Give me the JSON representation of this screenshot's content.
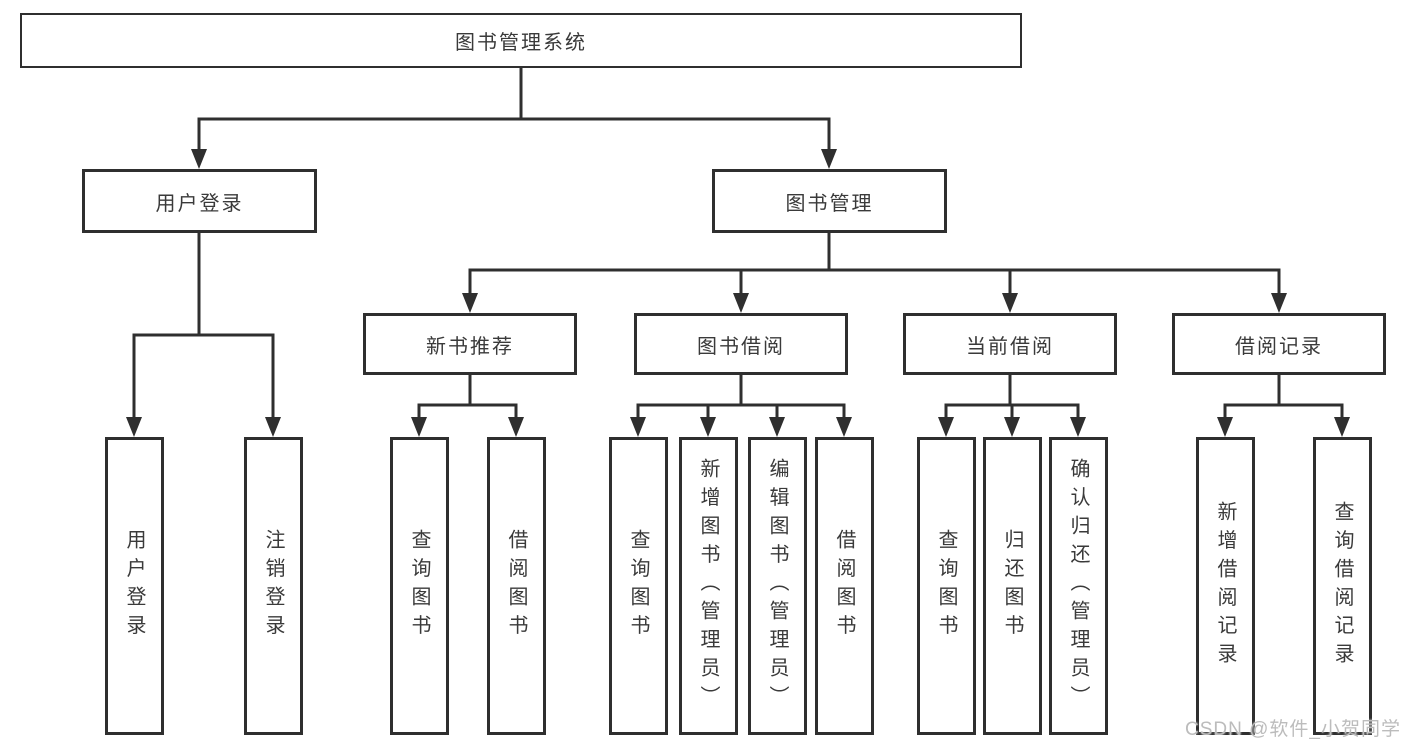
{
  "tree": {
    "label": "图书管理系统",
    "children": [
      {
        "label": "用户登录",
        "children": [
          {
            "label": "用户登录"
          },
          {
            "label": "注销登录"
          }
        ]
      },
      {
        "label": "图书管理",
        "children": [
          {
            "label": "新书推荐",
            "children": [
              {
                "label": "查询图书"
              },
              {
                "label": "借阅图书"
              }
            ]
          },
          {
            "label": "图书借阅",
            "children": [
              {
                "label": "查询图书"
              },
              {
                "label": "新增图书（管理员）"
              },
              {
                "label": "编辑图书（管理员）"
              },
              {
                "label": "借阅图书"
              }
            ]
          },
          {
            "label": "当前借阅",
            "children": [
              {
                "label": "查询图书"
              },
              {
                "label": "归还图书"
              },
              {
                "label": "确认归还（管理员）"
              }
            ]
          },
          {
            "label": "借阅记录",
            "children": [
              {
                "label": "新增借阅记录"
              },
              {
                "label": "查询借阅记录"
              }
            ]
          }
        ]
      }
    ]
  },
  "watermark": {
    "text": "CSDN @软件_小贺同学"
  },
  "colors": {
    "line": "#2f2f2f",
    "box_border": "#2f2f2f",
    "text": "#3a3a3a",
    "watermark": "#bcbcbc",
    "background": "#ffffff"
  }
}
